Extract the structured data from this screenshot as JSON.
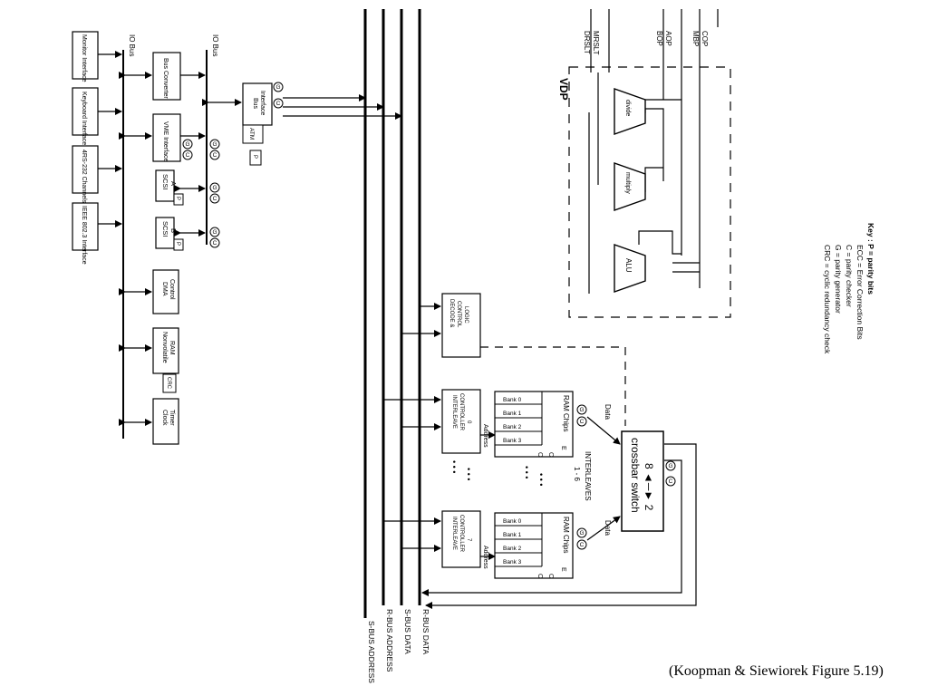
{
  "io_bus_left": "IO Bus",
  "io_bus_right": "IO Bus",
  "interfaces": [
    "Monitor Interface",
    "Keyboard Interface",
    "4RS-232 Channels",
    "IEEE 802.3 Interface"
  ],
  "bus_converter": "Bus Converter",
  "vme": "VME Interface",
  "scsi_a": [
    "SCSI",
    "A"
  ],
  "scsi_b": [
    "SCSI",
    "B"
  ],
  "p": "P",
  "dma": [
    "DMA",
    "Control"
  ],
  "nvram": [
    "Nonvolatile",
    "RAM"
  ],
  "crc": "CRC",
  "clock": [
    "Clock",
    "Timer"
  ],
  "bus_interface": [
    "Bus",
    "Interface"
  ],
  "atm": "ATM",
  "g": "G",
  "c": "C",
  "e": "E",
  "decode": [
    "DECODE &",
    "CONTROL",
    "LOGIC"
  ],
  "interleave_ctrl": [
    "INTERLEAVE",
    "CONTROLLER"
  ],
  "ctrl_num_0": "0",
  "ctrl_num_7": "7",
  "address": "Address",
  "ram_chips": "RAM Chips",
  "banks": [
    "Bank 0",
    "Bank 1",
    "Bank 2",
    "Bank 3"
  ],
  "data": "Data",
  "crossbar": [
    "8 ◄─► 2",
    "crossbar switch"
  ],
  "interleaves": [
    "INTERLEAVES",
    "1 - 6"
  ],
  "dots": "• • •",
  "bus_labels": [
    "S-BUS ADDRESS",
    "R-BUS ADDRESS",
    "S-BUS DATA",
    "R-BUS DATA"
  ],
  "vdp": "VDP",
  "vdp_signals": [
    "MRSLT",
    "DRSLT",
    "AOP",
    "BOP",
    "COP",
    "MBP"
  ],
  "divide": "divide",
  "multiply": "multiply",
  "alu": "ALU",
  "key": [
    "Key : P = parity bits",
    "ECC = Error Correction Bits",
    "C = parity checker",
    "G = parity generator",
    "CRC = cyclic redundancy check"
  ],
  "caption": "(Koopman & Siewiorek Figure 5.19)"
}
